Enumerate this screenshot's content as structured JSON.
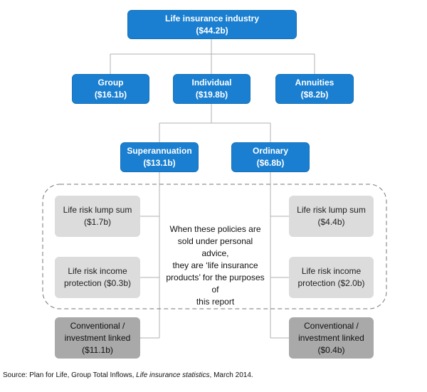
{
  "root": {
    "title": "Life insurance industry",
    "value": "($44.2b)"
  },
  "level2": [
    {
      "title": "Group",
      "value": "($16.1b)"
    },
    {
      "title": "Individual",
      "value": "($19.8b)"
    },
    {
      "title": "Annuities",
      "value": "($8.2b)"
    }
  ],
  "level3": [
    {
      "title": "Superannuation",
      "value": "($13.1b)"
    },
    {
      "title": "Ordinary",
      "value": "($6.8b)"
    }
  ],
  "superannuation_children": [
    {
      "line1": "Life risk lump sum",
      "line2": "($1.7b)"
    },
    {
      "line1": "Life risk income",
      "line2": "protection ($0.3b)"
    },
    {
      "line1": "Conventional /",
      "line2": "investment linked",
      "line3": "($11.1b)"
    }
  ],
  "ordinary_children": [
    {
      "line1": "Life risk lump sum",
      "line2": "($4.4b)"
    },
    {
      "line1": "Life risk income",
      "line2": "protection ($2.0b)"
    },
    {
      "line1": "Conventional /",
      "line2": "investment linked",
      "line3": "($0.4b)"
    }
  ],
  "note": {
    "lines": [
      "When these policies are",
      "sold under personal advice,",
      "they are ‘life insurance",
      "products’ for the purposes of",
      "this report"
    ]
  },
  "source": {
    "prefix": "Source: Plan for Life, Group Total Inflows, ",
    "italic": "Life insurance statistics",
    "suffix": ", March 2014."
  },
  "colors": {
    "blue_box": "#1a7fd0",
    "light_box": "#dcdcdc",
    "dark_box": "#a9a9a9",
    "connector": "#b0b0b0",
    "dashed_border": "#777777"
  }
}
